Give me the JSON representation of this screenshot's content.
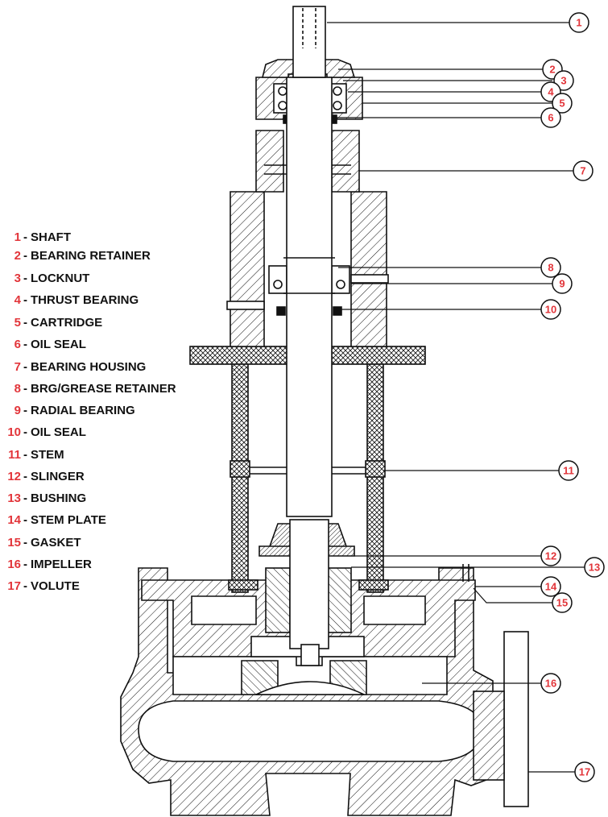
{
  "parts": [
    {
      "num": "1",
      "label": "SHAFT"
    },
    {
      "num": "2",
      "label": "BEARING RETAINER"
    },
    {
      "num": "3",
      "label": "LOCKNUT"
    },
    {
      "num": "4",
      "label": "THRUST BEARING"
    },
    {
      "num": "5",
      "label": "CARTRIDGE"
    },
    {
      "num": "6",
      "label": "OIL SEAL"
    },
    {
      "num": "7",
      "label": "BEARING HOUSING"
    },
    {
      "num": "8",
      "label": "BRG/GREASE RETAINER"
    },
    {
      "num": "9",
      "label": "RADIAL BEARING"
    },
    {
      "num": "10",
      "label": "OIL SEAL"
    },
    {
      "num": "11",
      "label": "STEM"
    },
    {
      "num": "12",
      "label": "SLINGER"
    },
    {
      "num": "13",
      "label": "BUSHING"
    },
    {
      "num": "14",
      "label": "STEM PLATE"
    },
    {
      "num": "15",
      "label": "GASKET"
    },
    {
      "num": "16",
      "label": "IMPELLER"
    },
    {
      "num": "17",
      "label": "VOLUTE"
    }
  ],
  "colors": {
    "number": "#e2353a",
    "line": "#111111",
    "background": "#ffffff"
  }
}
